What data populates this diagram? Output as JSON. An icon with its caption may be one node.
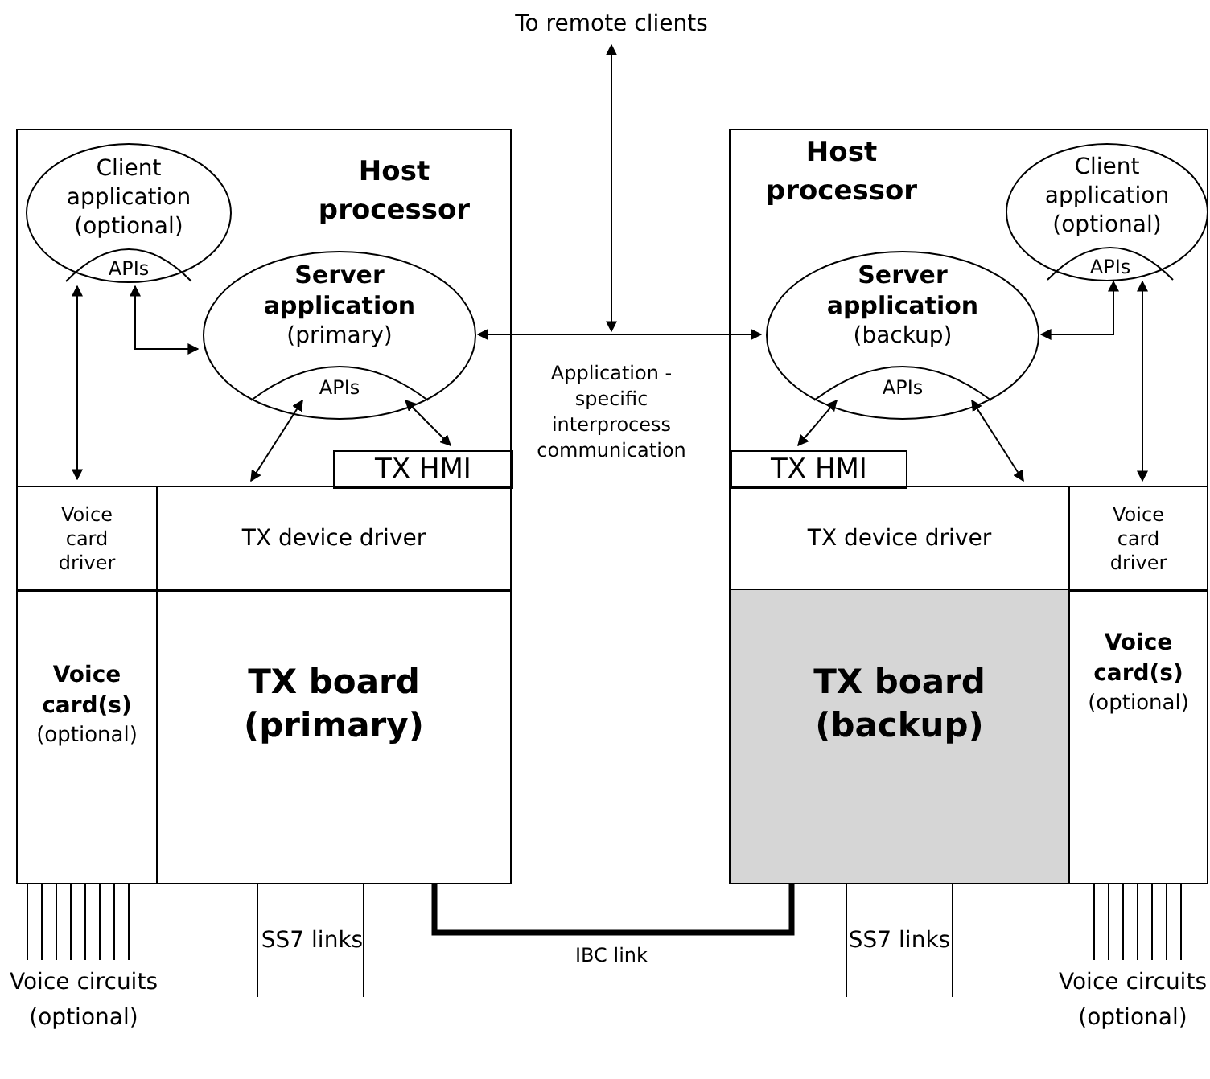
{
  "diagram": {
    "nodes": [
      {
        "text": [
          "To remote clients"
        ]
      },
      {
        "text": [
          "Host processor"
        ]
      },
      {
        "text": [
          "Client application (optional)"
        ],
        "in": 1
      },
      {
        "text": [
          "APIs"
        ],
        "in": 2
      },
      {
        "text": [
          "Server application",
          "(primary)"
        ],
        "in": 1
      },
      {
        "text": [
          "APIs"
        ],
        "in": 4
      },
      {
        "text": [
          "TX HMI"
        ],
        "in": 1
      },
      {
        "text": [
          "Voice card driver"
        ]
      },
      {
        "text": [
          "TX device driver"
        ]
      },
      {
        "text": [
          "Voice card(s)",
          "(optional)"
        ]
      },
      {
        "text": [
          "TX board (primary)"
        ]
      },
      {
        "text": [
          "Host processor"
        ]
      },
      {
        "text": [
          "Server application",
          "(backup)"
        ],
        "in": 11
      },
      {
        "text": [
          "APIs"
        ],
        "in": 12
      },
      {
        "text": [
          "Client application (optional)"
        ],
        "in": 11
      },
      {
        "text": [
          "APIs"
        ],
        "in": 14
      },
      {
        "text": [
          "TX HMI"
        ],
        "in": 11
      },
      {
        "text": [
          "TX device driver"
        ]
      },
      {
        "text": [
          "Voice card driver"
        ]
      },
      {
        "text": [
          "TX board (backup)"
        ]
      },
      {
        "text": [
          "Voice card(s)",
          "(optional)"
        ]
      }
    ],
    "edges": [
      {
        "from": 0,
        "to": null,
        "arrow": "both"
      },
      {
        "from": 4,
        "to": 12,
        "arrow": "both",
        "label": "Application - specific interprocess communication"
      },
      {
        "from": 3,
        "to": 7,
        "arrow": "both"
      },
      {
        "from": 3,
        "to": 4,
        "arrow": "both"
      },
      {
        "from": 5,
        "to": 8,
        "arrow": "both"
      },
      {
        "from": 5,
        "to": 6,
        "arrow": "both"
      },
      {
        "from": 10,
        "to": 19,
        "arrow": "none",
        "label": "IBC link",
        "style": "thick"
      },
      {
        "from": 13,
        "to": 16,
        "arrow": "both"
      },
      {
        "from": 13,
        "to": 17,
        "arrow": "both"
      },
      {
        "from": 15,
        "to": 12,
        "arrow": "both"
      },
      {
        "from": 15,
        "to": 18,
        "arrow": "both"
      }
    ],
    "labels": [
      "SS7 links",
      "SS7 links",
      "Voice circuits (optional)",
      "Voice circuits (optional)"
    ]
  }
}
